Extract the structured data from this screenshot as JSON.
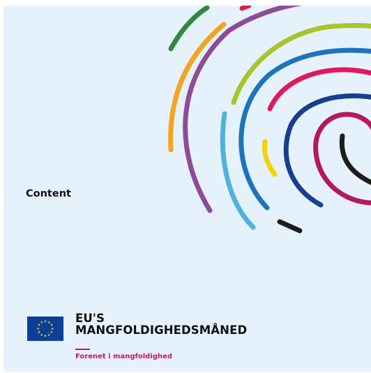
{
  "content_label": "Content",
  "title": {
    "line1": "EU'S",
    "line2": "MANGFOLDIGHEDSMÅNED"
  },
  "tagline": "Forenet i mangfoldighed",
  "icons": {
    "flag": "eu-flag-icon",
    "swirl": "fingerprint-swirl-icon"
  },
  "colors": {
    "background": "#e6f2fb",
    "accent": "#c4166a",
    "flag_blue": "#0d3f99",
    "flag_star": "#ffdd00"
  }
}
